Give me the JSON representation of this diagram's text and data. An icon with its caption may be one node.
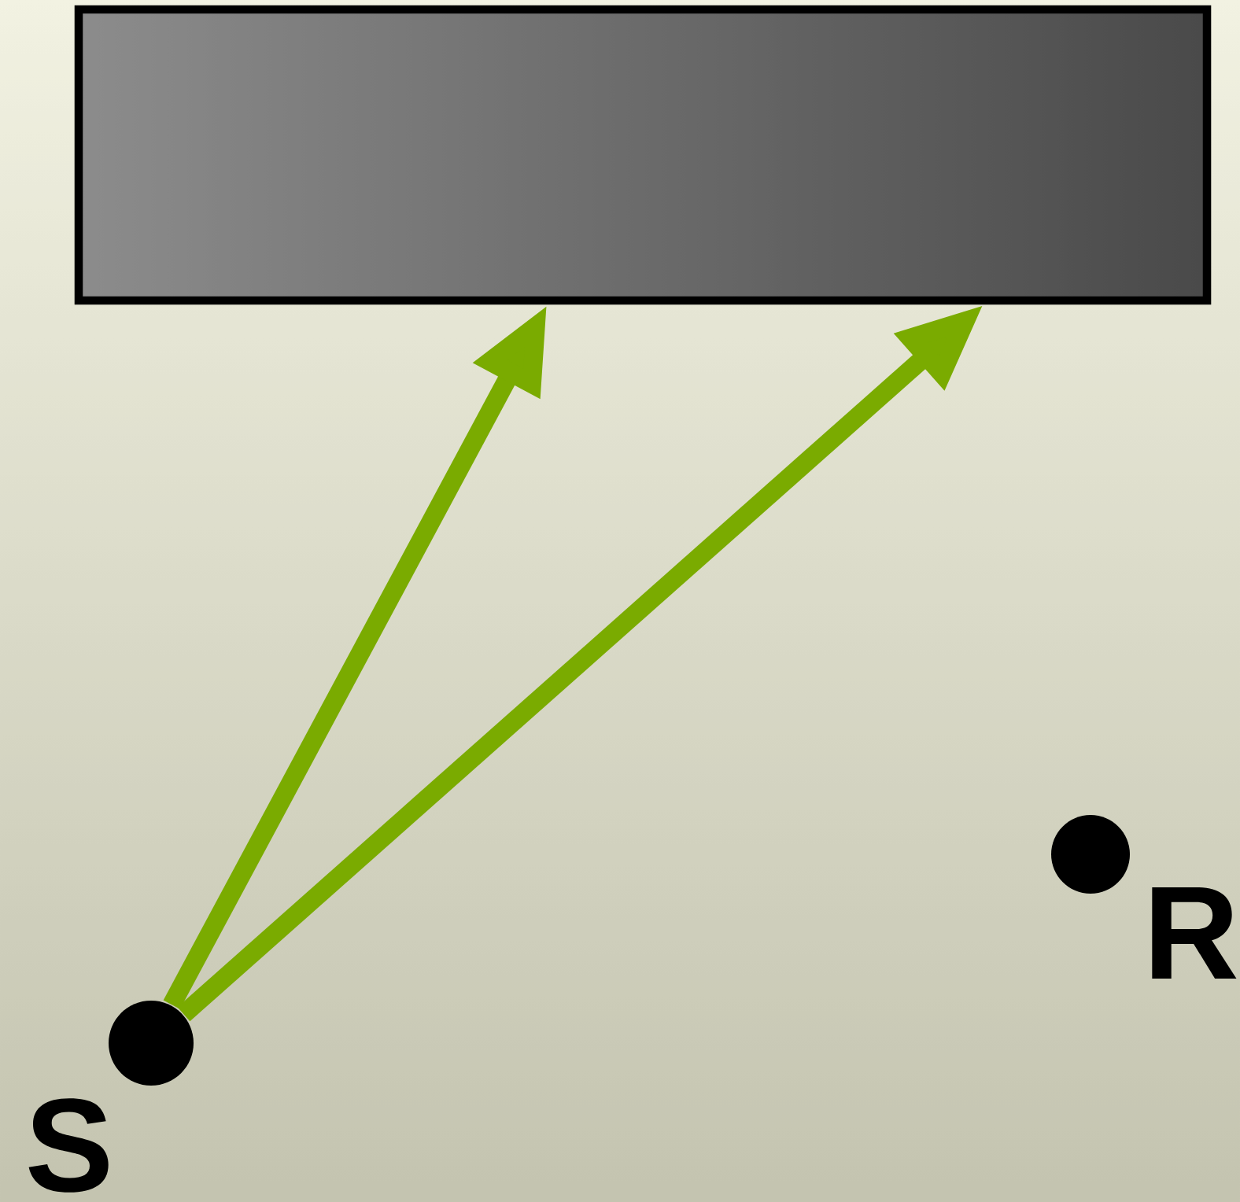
{
  "diagram": {
    "nodes": [
      {
        "text": [],
        "shape": "box"
      },
      {
        "text": [],
        "shape": "circle",
        "beside": [
          "S"
        ]
      },
      {
        "text": [],
        "shape": "circle",
        "beside": [
          "R"
        ]
      }
    ],
    "edges": [
      {
        "from": 1,
        "to": 0,
        "arrow": "to",
        "color": "#7aab00"
      },
      {
        "from": 1,
        "to": 0,
        "arrow": "to",
        "color": "#7aab00"
      }
    ]
  }
}
